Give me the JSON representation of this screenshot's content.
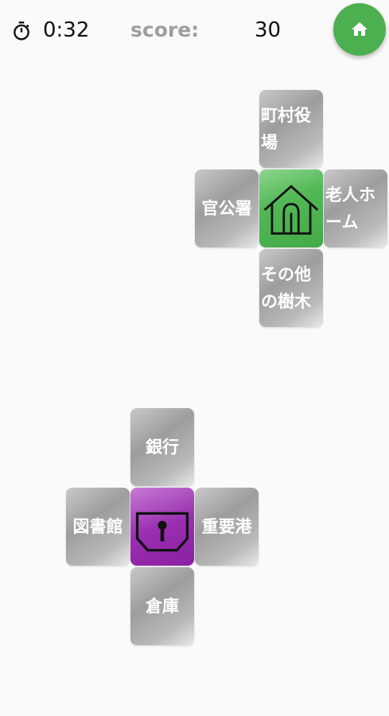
{
  "header": {
    "timer": "0:32",
    "score_label": "score:",
    "score_value": "30"
  },
  "colors": {
    "home_button": "#4caf50",
    "tile_gray": "#a8a8a8",
    "house_tile": "#4caf50",
    "lock_tile": "#9c27b0"
  },
  "icons": {
    "timer": "stopwatch-icon",
    "home": "home-icon",
    "house_tile": "house-outline-icon",
    "lock_tile": "keyhole-lock-icon"
  },
  "cluster_top": {
    "up": "町村役場",
    "left": "官公署",
    "right": "老人ホーム",
    "down": "その他の樹木"
  },
  "cluster_bottom": {
    "up": "銀行",
    "left": "図書館",
    "right": "重要港",
    "down": "倉庫"
  }
}
